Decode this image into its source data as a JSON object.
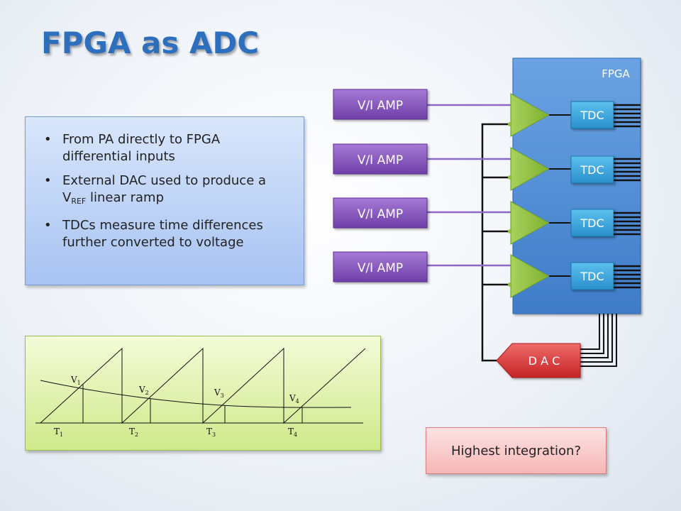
{
  "title": "FPGA as ADC",
  "bullets": {
    "b1": "From PA directly to FPGA differential inputs",
    "b2_pre": "External DAC used to produce a V",
    "b2_sub": "REF",
    "b2_post": " linear ramp",
    "b3": "TDCs measure time differences further converted to voltage"
  },
  "diagram": {
    "fpga_label": "FPGA",
    "amp_labels": [
      "V/I   AMP",
      "V/I   AMP",
      "V/I   AMP",
      "V/I   AMP"
    ],
    "tdc_labels": [
      "TDC",
      "TDC",
      "TDC",
      "TDC"
    ],
    "dac_label": "D A C"
  },
  "graph": {
    "v_labels": [
      "V",
      "V",
      "V",
      "V"
    ],
    "v_subs": [
      "1",
      "2",
      "3",
      "4"
    ],
    "t_labels": [
      "T",
      "T",
      "T",
      "T"
    ],
    "t_subs": [
      "1",
      "2",
      "3",
      "4"
    ]
  },
  "highest": "Highest integration?",
  "colors": {
    "title": "#2e6fbd",
    "fpga": "#5b93d8",
    "amp": "#8557bd",
    "tdc": "#3ca7dc",
    "dac": "#d93b3b",
    "comparator": "#8fc13f"
  }
}
